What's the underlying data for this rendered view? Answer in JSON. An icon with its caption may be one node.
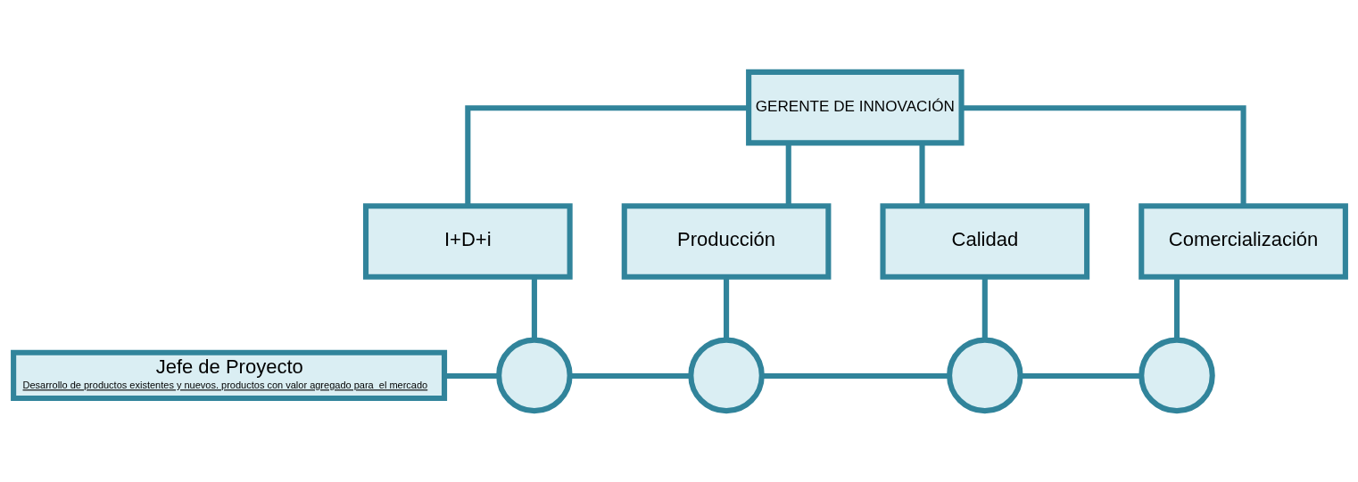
{
  "diagram": {
    "nodes": [
      {
        "text": [
          "GERENTE DE INNOVACIÓN"
        ]
      },
      {
        "text": [
          "I+D+i"
        ]
      },
      {
        "text": [
          "Producción"
        ]
      },
      {
        "text": [
          "Calidad"
        ]
      },
      {
        "text": [
          "Comercialización"
        ]
      },
      {
        "text": [
          "Jefe de Proyecto",
          "Desarrollo de productos existentes y nuevos. productos con valor agregado para  el mercado"
        ]
      },
      {
        "text": [],
        "shape": "circle"
      },
      {
        "text": [],
        "shape": "circle"
      },
      {
        "text": [],
        "shape": "circle"
      },
      {
        "text": [],
        "shape": "circle"
      }
    ],
    "edges": [
      {
        "from": 0,
        "to": 1,
        "arrow": "none"
      },
      {
        "from": 0,
        "to": 2,
        "arrow": "none"
      },
      {
        "from": 0,
        "to": 3,
        "arrow": "none"
      },
      {
        "from": 0,
        "to": 4,
        "arrow": "none"
      },
      {
        "from": 1,
        "to": 6,
        "arrow": "none"
      },
      {
        "from": 2,
        "to": 7,
        "arrow": "none"
      },
      {
        "from": 3,
        "to": 8,
        "arrow": "none"
      },
      {
        "from": 4,
        "to": 9,
        "arrow": "none"
      },
      {
        "from": 5,
        "to": 6,
        "arrow": "none"
      },
      {
        "from": 6,
        "to": 7,
        "arrow": "none"
      },
      {
        "from": 7,
        "to": 8,
        "arrow": "none"
      },
      {
        "from": 8,
        "to": 9,
        "arrow": "none"
      }
    ]
  }
}
